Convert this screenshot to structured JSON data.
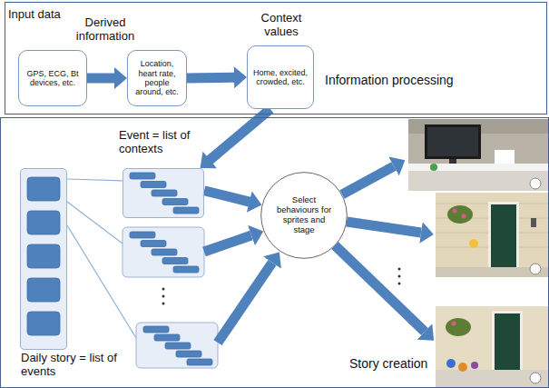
{
  "diagram": {
    "nodes": [
      {
        "text": [
          "Information processing"
        ]
      },
      {
        "text": [
          "Input data",
          "GPS, ECG, Bt devices, etc."
        ],
        "in": 0
      },
      {
        "text": [
          "Derived information",
          "Location, heart rate, people around, etc."
        ],
        "in": 0
      },
      {
        "text": [
          "Context values",
          "Home, excited, crowded, etc."
        ],
        "in": 0
      },
      {
        "text": [
          "Story creation"
        ]
      },
      {
        "text": [
          "Event = list of contexts"
        ],
        "in": 4
      },
      {
        "text": [
          "Daily story = list of events"
        ],
        "in": 4
      },
      {
        "text": [
          "Select behaviours for sprites and stage"
        ],
        "in": 4
      }
    ],
    "edges": [
      {
        "from": 1,
        "to": 2,
        "arrow": "to"
      },
      {
        "from": 2,
        "to": 3,
        "arrow": "to"
      },
      {
        "from": 3,
        "to": 5,
        "arrow": "to"
      },
      {
        "from": 6,
        "to": 5,
        "arrow": "none"
      },
      {
        "from": 5,
        "to": 7,
        "arrow": "to"
      }
    ]
  }
}
